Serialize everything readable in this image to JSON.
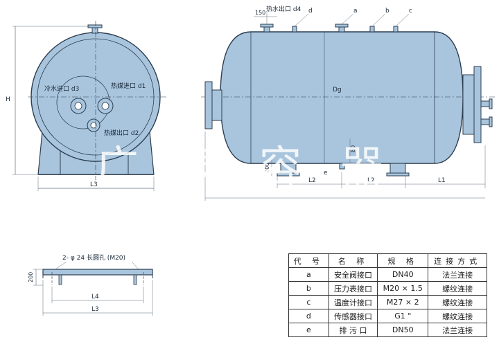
{
  "drawing": {
    "labels": {
      "hot_water_outlet": "热水出口 d4",
      "nozzle_d": "d",
      "nozzle_a": "a",
      "nozzle_b": "b",
      "nozzle_c": "c",
      "dim_150": "150",
      "cold_water_inlet": "冷水进口 d3",
      "heat_medium_inlet": "热媒进口 d1",
      "heat_medium_outlet": "热媒出口 d2",
      "dim_H": "H",
      "dim_L3_front": "L3",
      "dim_Dg": "Dg",
      "dim_200": "200",
      "dim_80": "80",
      "nozzle_e": "e",
      "dim_L2a": "L2",
      "dim_L2b": "L2",
      "dim_L1": "L1",
      "base_holes": "2- φ 24 长圆孔 (M20)",
      "dim_200_base": "200",
      "dim_L4": "L4",
      "dim_L3_base": "L3"
    },
    "watermark": "广 泉 容 器",
    "colors": {
      "vessel_fill": "#a9c5dd",
      "line": "#2b3d4f",
      "dim_line": "#5a6b7c"
    }
  },
  "table": {
    "headers": [
      "代 号",
      "名 称",
      "规 格",
      "连接方式"
    ],
    "rows": [
      [
        "a",
        "安全阀接口",
        "DN40",
        "法兰连接"
      ],
      [
        "b",
        "压力表接口",
        "M20 × 1.5",
        "螺纹连接"
      ],
      [
        "c",
        "温度计接口",
        "M27 × 2",
        "螺纹连接"
      ],
      [
        "d",
        "传感器接口",
        "G1 \"",
        "螺纹连接"
      ],
      [
        "e",
        "排 污 口",
        "DN50",
        "法兰连接"
      ]
    ]
  }
}
